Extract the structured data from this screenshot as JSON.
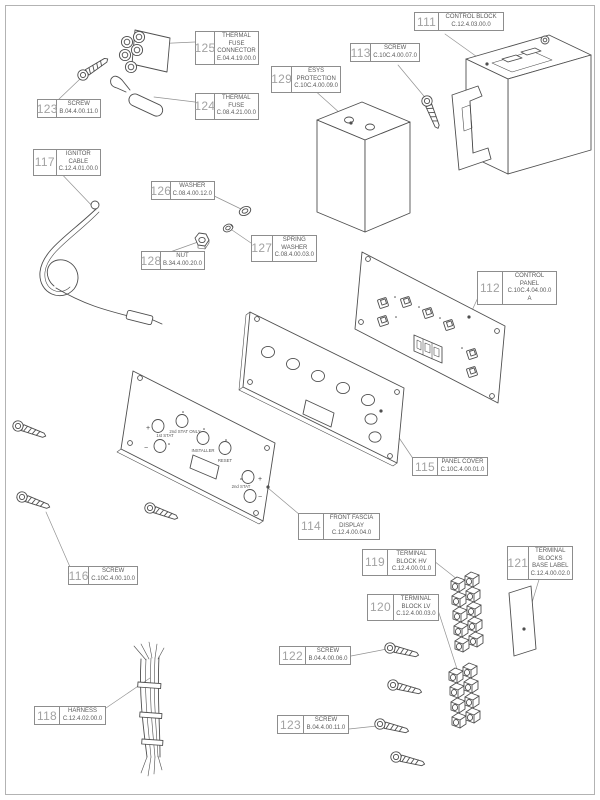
{
  "parts": [
    {
      "id": "111",
      "name": "CONTROL BLOCK",
      "code": "C.12.4.03.00.0"
    },
    {
      "id": "113",
      "name": "SCREW",
      "code": "C.10C.4.00.07.0"
    },
    {
      "id": "125",
      "name": "THERMAL FUSE CONNECTOR",
      "code": "E.04.4.19.00.0"
    },
    {
      "id": "124",
      "name": "THERMAL FUSE",
      "code": "C.08.4.21.00.0"
    },
    {
      "id": "123",
      "name": "SCREW",
      "code": "B.04.4.00.11.0"
    },
    {
      "id": "129",
      "name": "ESYS PROTECTION",
      "code": "C.10C.4.00.09.0"
    },
    {
      "id": "117",
      "name": "IGNITOR CABLE",
      "code": "C.12.4.01.00.0"
    },
    {
      "id": "126",
      "name": "WASHER",
      "code": "C.08.4.00.12.0"
    },
    {
      "id": "127",
      "name": "SPRING WASHER",
      "code": "C.08.4.00.03.0"
    },
    {
      "id": "128",
      "name": "NUT",
      "code": "B.34.4.00.20.0"
    },
    {
      "id": "112",
      "name": "CONTROL PANEL",
      "code": "C.10C.4.04.00.0 A"
    },
    {
      "id": "115",
      "name": "PANEL COVER",
      "code": "C.10C.4.00.01.0"
    },
    {
      "id": "114",
      "name": "FRONT FASCIA DISPLAY",
      "code": "C.12.4.00.04.0"
    },
    {
      "id": "116",
      "name": "SCREW",
      "code": "C.10C.4.00.10.0"
    },
    {
      "id": "119",
      "name": "TERMINAL BLOCK HV",
      "code": "C.12.4.00.01.0"
    },
    {
      "id": "120",
      "name": "TERMINAL BLOCK LV",
      "code": "C.12.4.00.03.0"
    },
    {
      "id": "121",
      "name": "TERMINAL BLOCKS BASE LABEL",
      "code": "C.12.4.00.02.0"
    },
    {
      "id": "122",
      "name": "SCREW",
      "code": "B.04.4.00.06.0"
    },
    {
      "id": "123",
      "name": "SCREW",
      "code": "B.04.4.00.11.0"
    },
    {
      "id": "118",
      "name": "HARNESS",
      "code": "C.12.4.02.00.0"
    }
  ],
  "fascia": {
    "plus": "+",
    "minus": "−",
    "stat1": "1st STAT",
    "stat2_only": "2nd STAT ONLY",
    "installer": "INSTALLER",
    "reset": "RESET",
    "stat2": "2nd STAT"
  }
}
